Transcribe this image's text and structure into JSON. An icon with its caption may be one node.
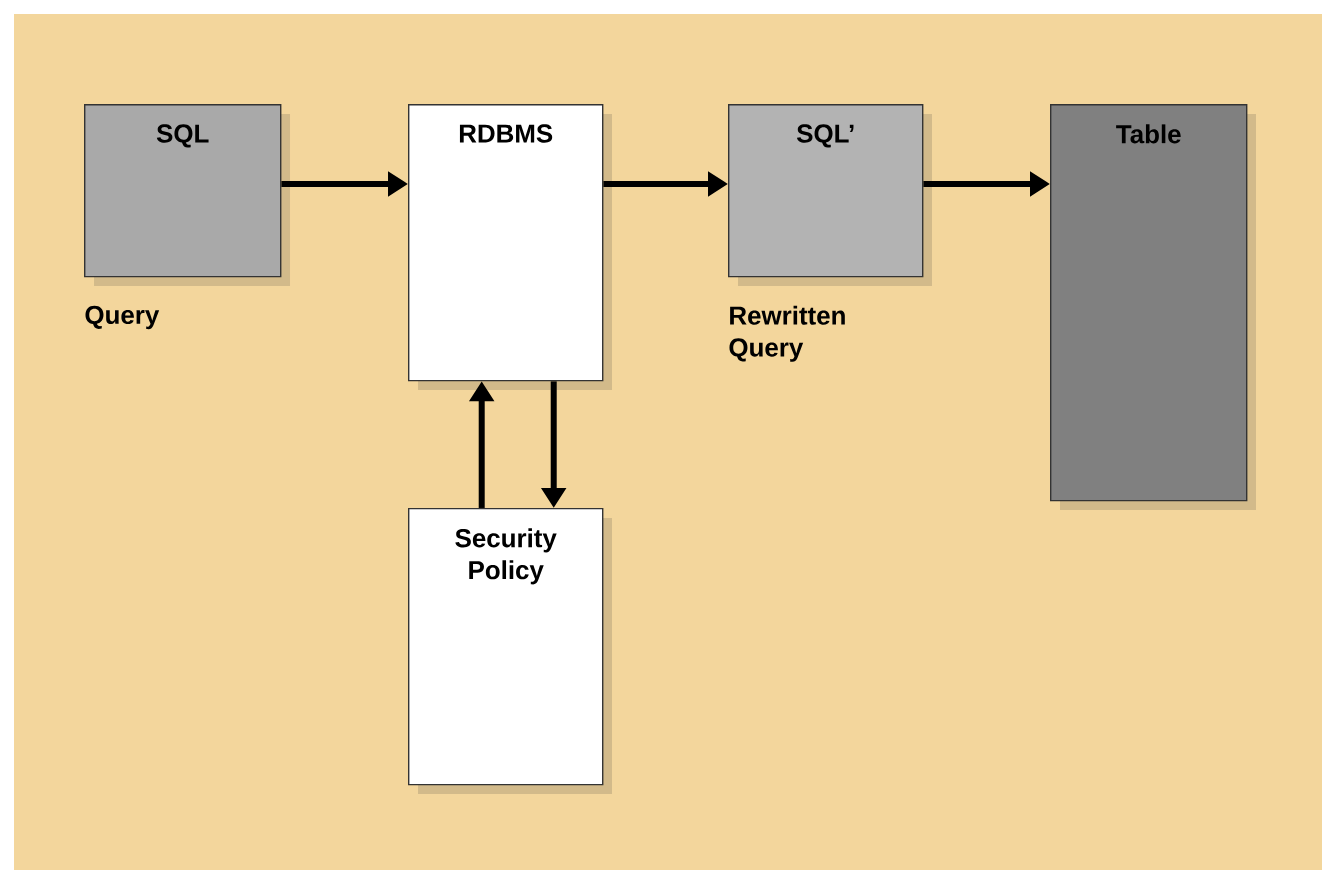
{
  "diagram": {
    "nodes": [
      {
        "text": [
          "SQL"
        ],
        "beside": [
          "Query"
        ]
      },
      {
        "text": [
          "RDBMS"
        ]
      },
      {
        "text": [
          "SQL’"
        ],
        "beside": [
          "Rewritten Query"
        ]
      },
      {
        "text": [
          "Table"
        ]
      },
      {
        "text": [
          "Security Policy"
        ]
      }
    ],
    "edges": [
      {
        "from": 0,
        "to": 1,
        "arrow": "to"
      },
      {
        "from": 1,
        "to": 2,
        "arrow": "to"
      },
      {
        "from": 2,
        "to": 3,
        "arrow": "to"
      },
      {
        "from": 4,
        "to": 1,
        "arrow": "to"
      },
      {
        "from": 1,
        "to": 4,
        "arrow": "to"
      }
    ]
  }
}
